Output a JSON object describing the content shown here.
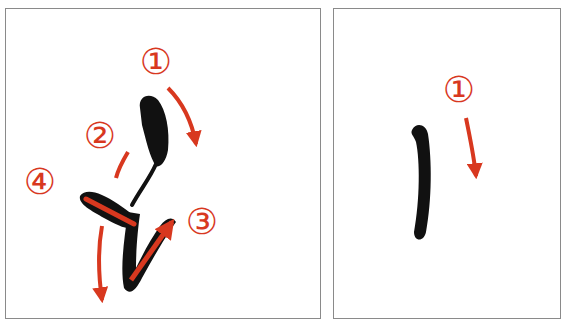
{
  "diagram": {
    "labels": [
      "①",
      "②",
      "④",
      "③",
      "①"
    ]
  }
}
